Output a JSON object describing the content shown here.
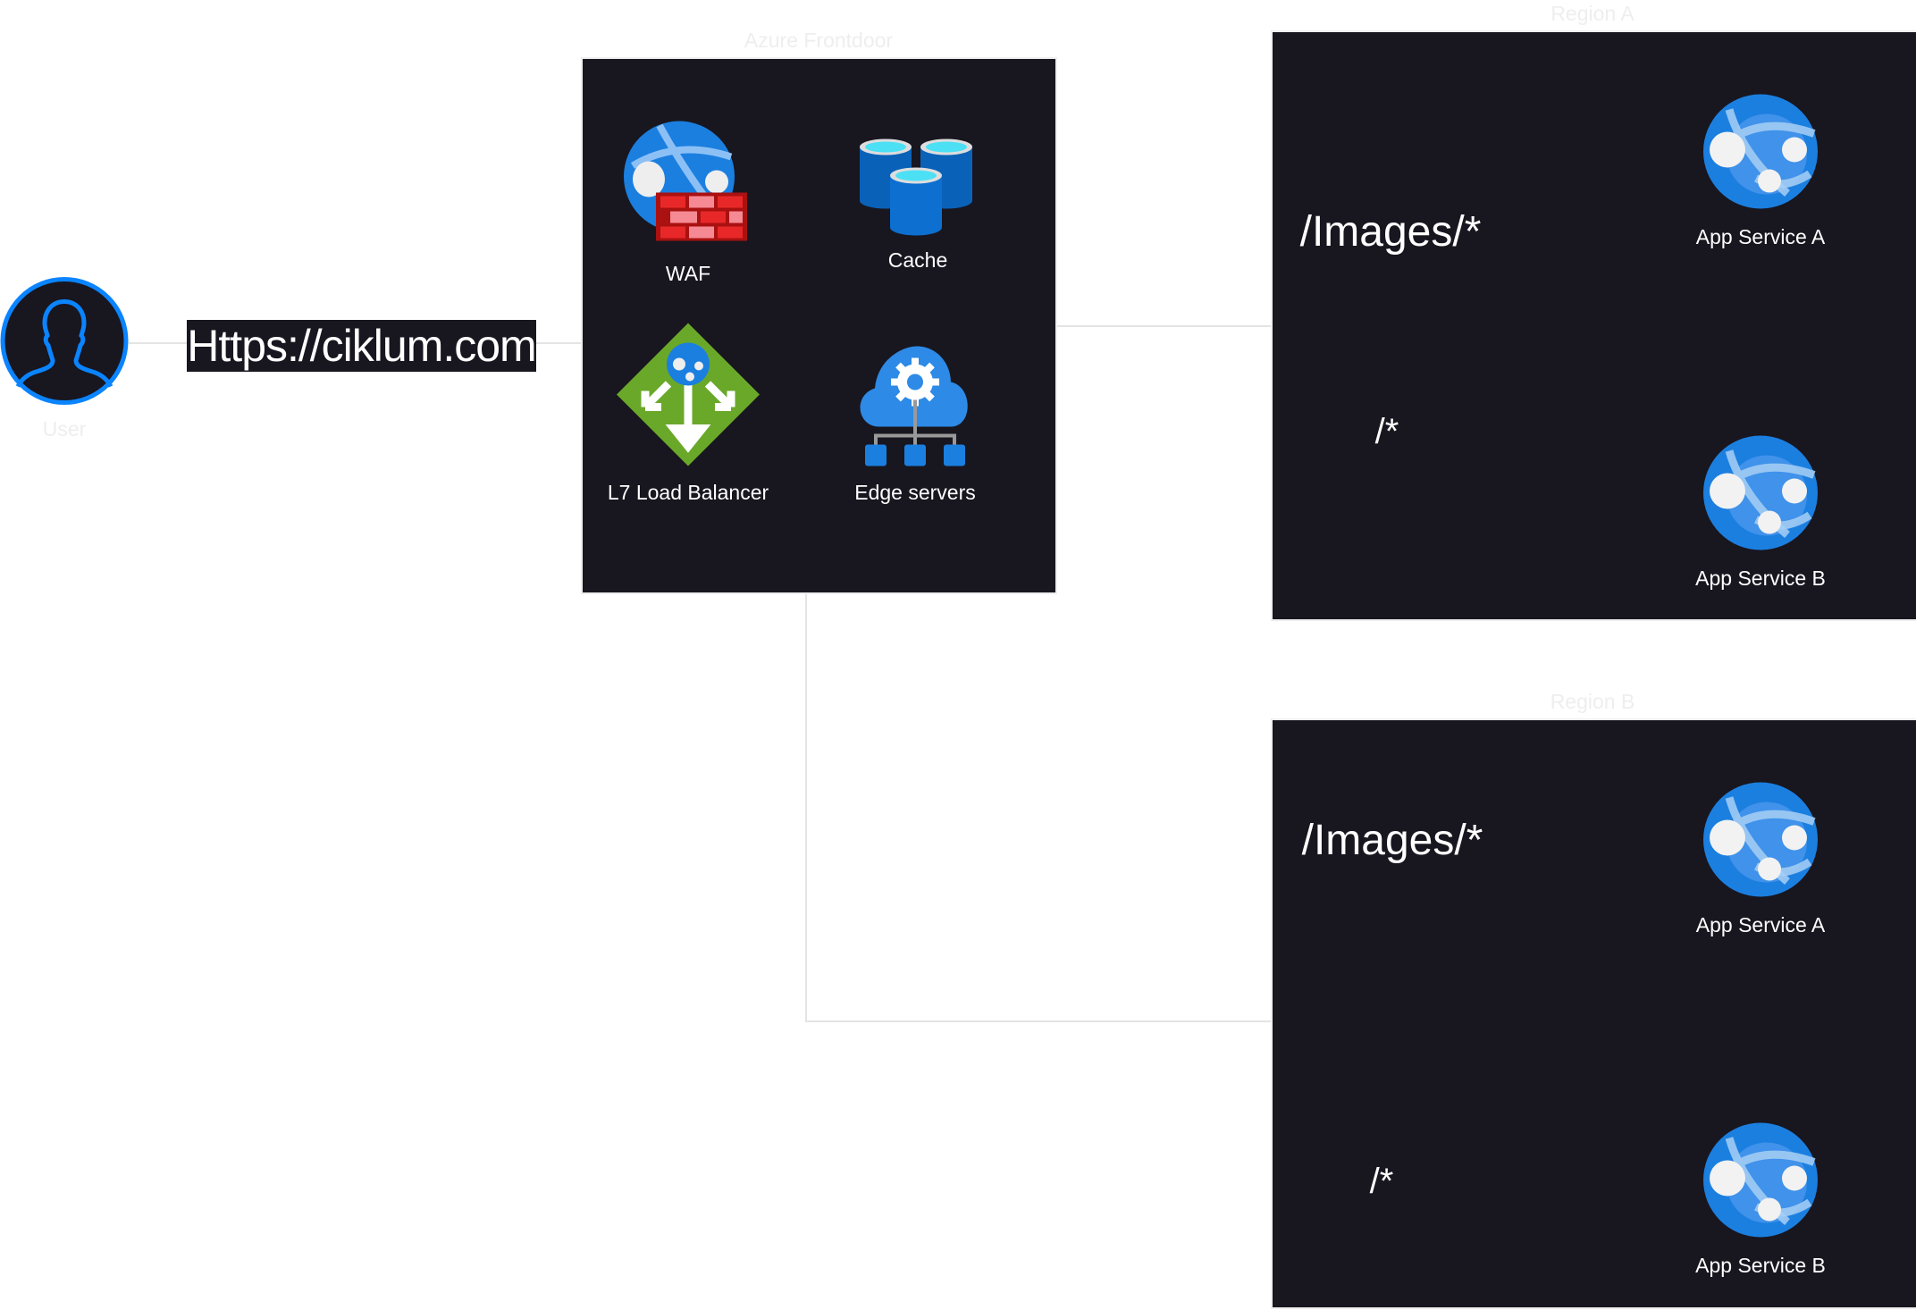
{
  "user": {
    "label": "User"
  },
  "url_label": "Https://ciklum.com",
  "frontdoor": {
    "title": "Azure Frontdoor",
    "components": [
      {
        "label": "WAF",
        "icon": "waf-icon"
      },
      {
        "label": "Cache",
        "icon": "cache-icon"
      },
      {
        "label": "L7 Load Balancer",
        "icon": "load-balancer-icon"
      },
      {
        "label": "Edge servers",
        "icon": "edge-servers-icon"
      }
    ]
  },
  "regions": [
    {
      "title": "Region A",
      "routes": [
        "/Images/*",
        "/*"
      ],
      "services": [
        "App Service A",
        "App Service B"
      ]
    },
    {
      "title": "Region B",
      "routes": [
        "/Images/*",
        "/*"
      ],
      "services": [
        "App Service A",
        "App Service B"
      ]
    }
  ],
  "colors": {
    "box": "#18161f",
    "accent": "#0078d4",
    "line": "#ffffff"
  }
}
